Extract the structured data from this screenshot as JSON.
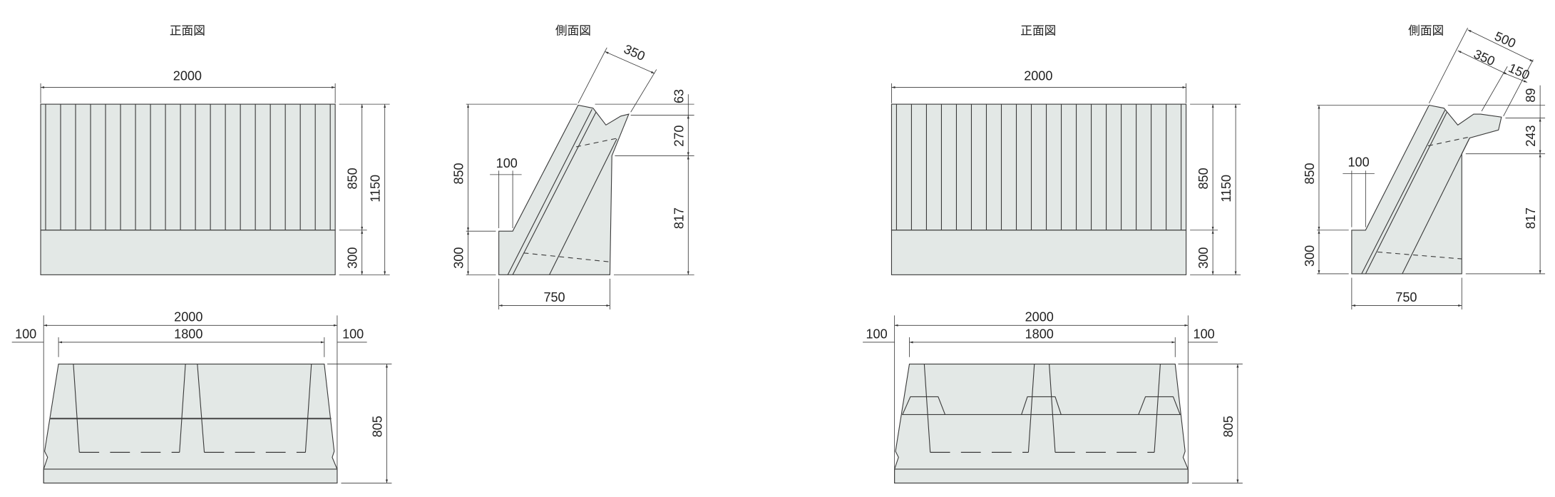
{
  "left": {
    "front_title": "正面図",
    "side_title": "側面図",
    "front": {
      "width": "2000",
      "upper": "850",
      "total": "1150",
      "base": "300"
    },
    "side": {
      "top_width": "350",
      "top_drop": "63",
      "upper_face": "270",
      "lower_face": "817",
      "height_upper": "850",
      "height_base": "300",
      "step": "100",
      "depth": "750"
    },
    "plan": {
      "width": "2000",
      "inner": "1800",
      "margin_left": "100",
      "margin_right": "100",
      "height": "805"
    }
  },
  "right": {
    "front_title": "正面図",
    "side_title": "側面図",
    "front": {
      "width": "2000",
      "upper": "850",
      "total": "1150",
      "base": "300"
    },
    "side": {
      "top_total": "500",
      "top_width": "350",
      "top_ext": "150",
      "top_drop": "89",
      "upper_face": "243",
      "lower_face": "817",
      "height_upper": "850",
      "height_base": "300",
      "step": "100",
      "depth": "750"
    },
    "plan": {
      "width": "2000",
      "inner": "1800",
      "margin_left": "100",
      "margin_right": "100",
      "height": "805"
    }
  }
}
